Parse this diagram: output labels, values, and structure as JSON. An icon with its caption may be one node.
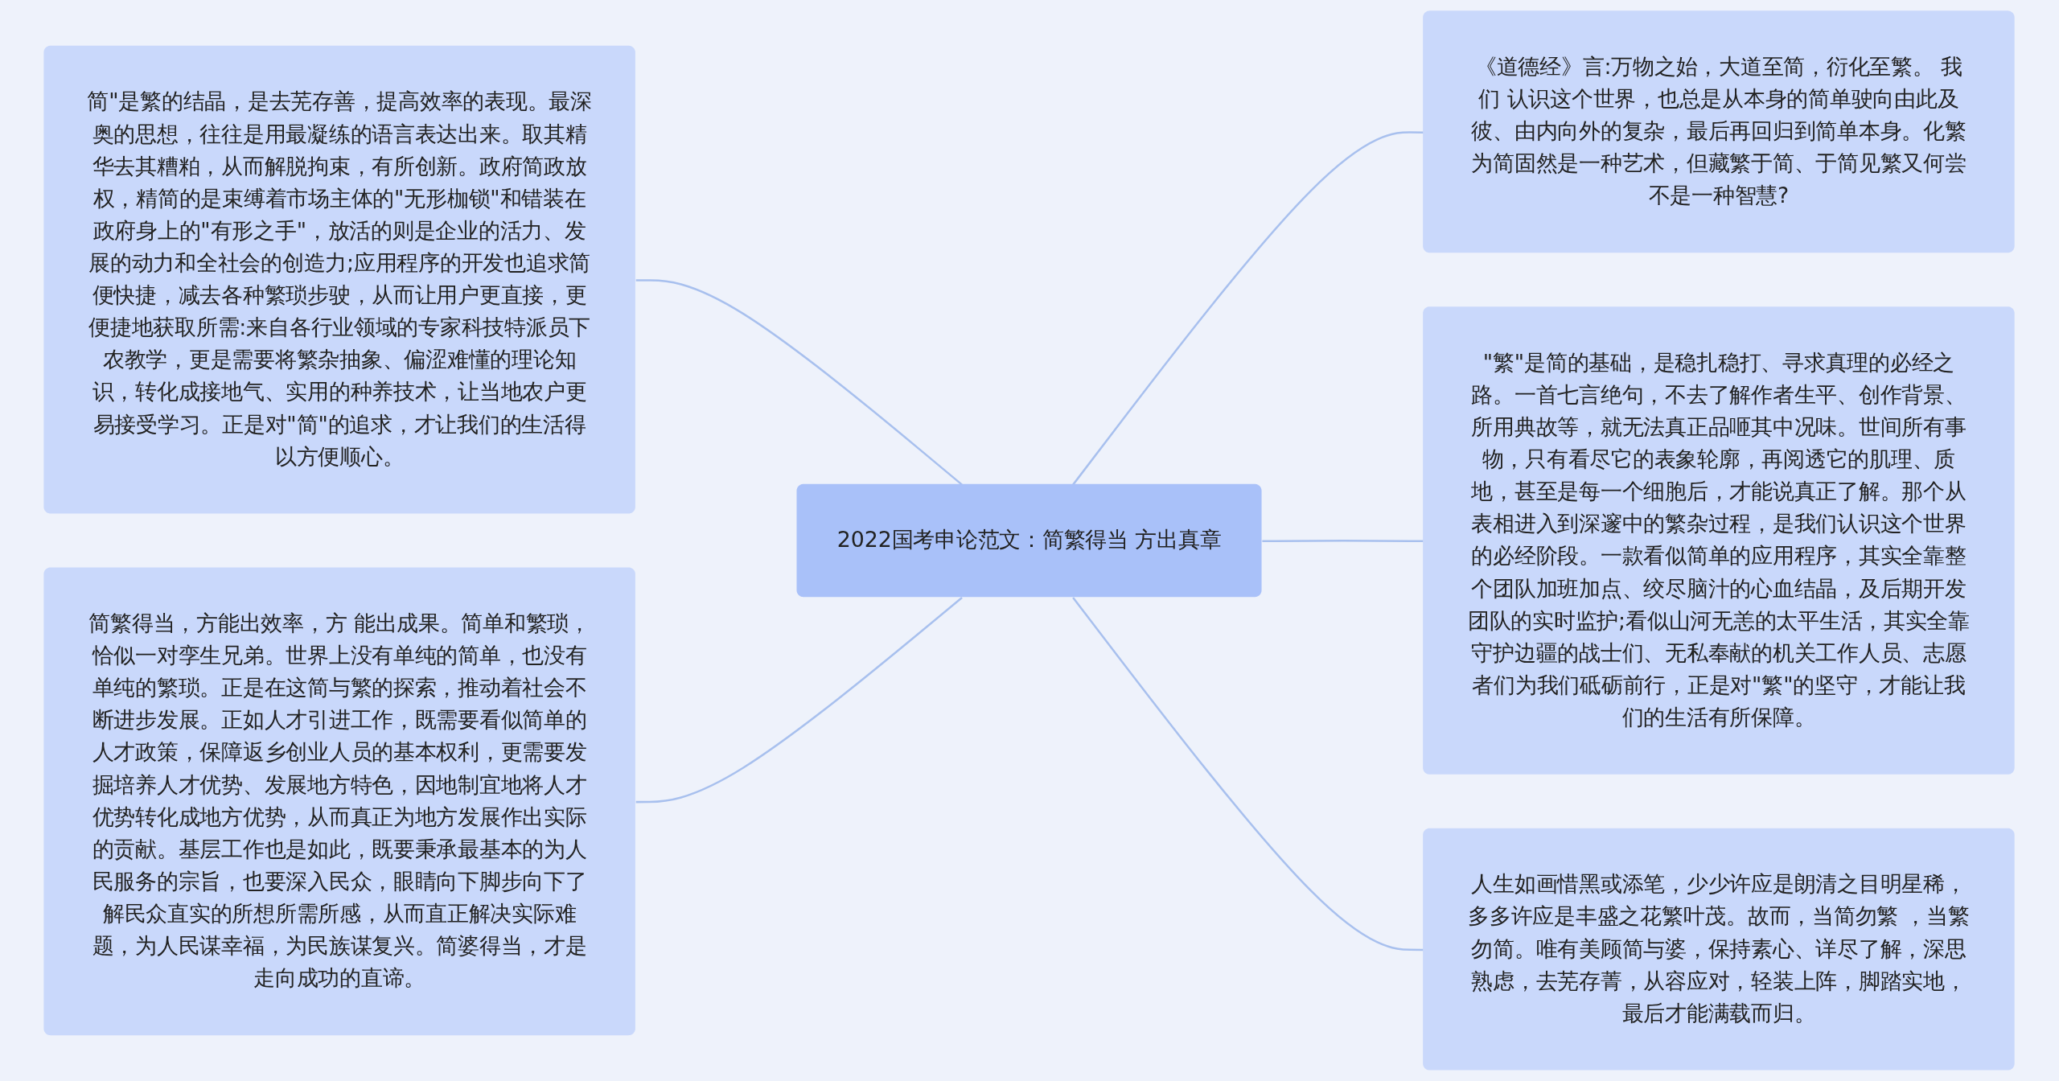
{
  "diagram": {
    "nodes": [
      {
        "text": [
          "2022国考申论范文：简繁得当 方出真章"
        ]
      },
      {
        "text": [
          "简\"是繁的结晶，是去芜存善，提高效率的表现。最深奥的思想，往往是用最凝练的语言表达出来。取其精华去其糟粕，从而解脱拘束，有所创新。政府简政放权，精简的是束缚着市场主体的\"无形枷锁\"和错装在政府身上的\"有形之手\"，放活的则是企业的活力、发展的动力和全社会的创造力;应用程序的开发也追求简便快捷，减去各种繁琐步驶，从而让用户更直接，更便捷地获取所需:来自各行业领域的专家科技特派员下农教学，更是需要将繁杂抽象、偏涩难懂的理论知识，转化成接地气、实用的种养技术，让当地农户更易接受学习。正是对\"简\"的追求，才让我们的生活得以方便顺心。"
        ]
      },
      {
        "text": [
          "简繁得当，方能出效率，方 能出成果。简单和繁琐，恰似一对孪生兄弟。世界上没有单纯的简单，也没有单纯的繁琐。正是在这简与繁的探索，推动着社会不断进步发展。正如人才引进工作，既需要看似简单的人才政策，保障返乡创业人员的基本权利，更需要发掘培养人才优势、发展地方特色，因地制宜地将人才优势转化成地方优势，从而真正为地方发展作出实际的贡献。基层工作也是如此，既要秉承最基本的为人民服务的宗旨，也要深入民众，眼睛向下脚步向下了解民众直实的所想所需所感，从而直正解决实际难题，为人民谋幸福，为民族谋复兴。简婆得当，才是走向成功的直谛。"
        ]
      },
      {
        "text": [
          "《道德经》言:万物之始，大道至简，衍化至繁。 我们 认识这个世界，也总是从本身的简单驶向由此及彼、由内向外的复杂，最后再回归到简单本身。化繁为简固然是一种艺术，但藏繁于简、于简见繁又何尝不是一种智慧?"
        ]
      },
      {
        "text": [
          "\"繁\"是简的基础，是稳扎稳打、寻求真理的必经之路。一首七言绝句，不去了解作者生平、创作背景、所用典故等，就无法真正品咂其中况味。世间所有事物，只有看尽它的表象轮廓，再阅透它的肌理、质地，甚至是每一个细胞后，才能说真正了解。那个从表相进入到深邃中的繁杂过程，是我们认识这个世界的必经阶段。一款看似简单的应用程序，其实全靠整个团队加班加点、绞尽脑汁的心血结晶，及后期开发团队的实时监护;看似山河无恙的太平生活，其实全靠守护边疆的战士们、无私奉献的机关工作人员、志愿者们为我们砥砺前行，正是对\"繁\"的坚守，才能让我们的生活有所保障。"
        ]
      },
      {
        "text": [
          "人生如画惜黑或添笔，少少许应是朗清之目明星稀，多多许应是丰盛之花繁叶茂。故而，当简勿繁 ，当繁勿简。唯有美顾简与婆，保持素心、详尽了解，深思熟虑，去芜存菁，从容应对，轻装上阵，脚踏实地，最后才能满载而归。"
        ]
      }
    ],
    "edges": [
      {
        "from": 0,
        "to": 1,
        "arrow": "none"
      },
      {
        "from": 0,
        "to": 2,
        "arrow": "none"
      },
      {
        "from": 0,
        "to": 3,
        "arrow": "none"
      },
      {
        "from": 0,
        "to": 4,
        "arrow": "none"
      },
      {
        "from": 0,
        "to": 5,
        "arrow": "none"
      }
    ]
  }
}
